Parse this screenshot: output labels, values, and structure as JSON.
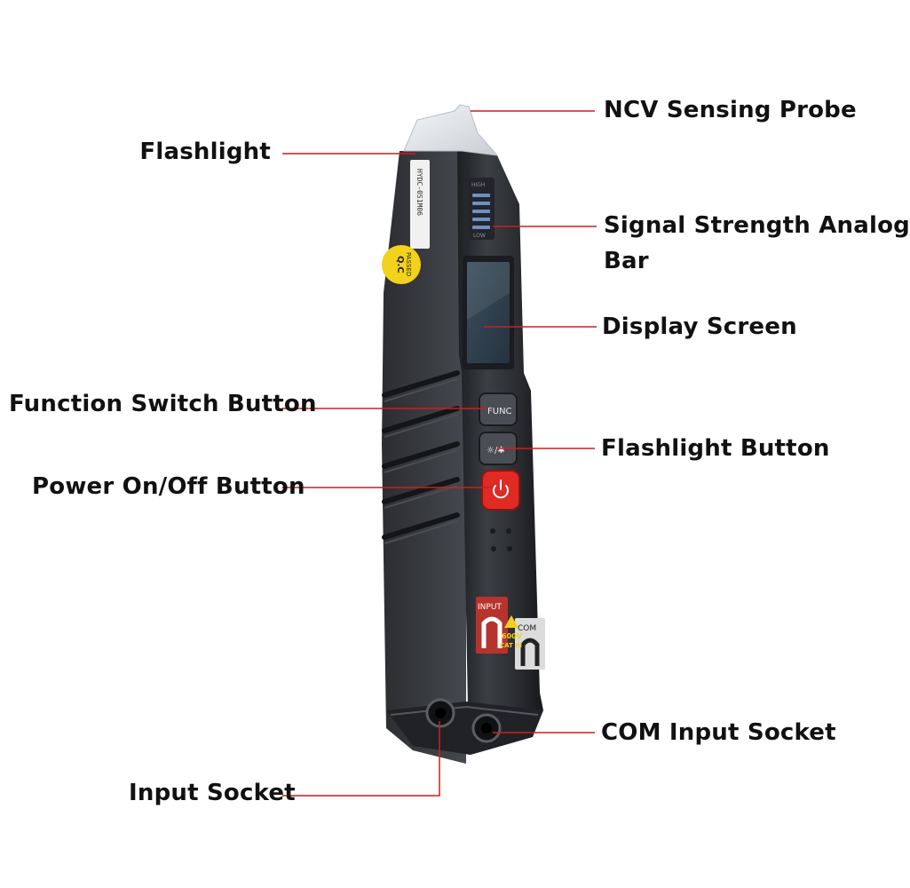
{
  "colors": {
    "leader_line": "#cc1f1f",
    "body_dark": "#2a2c30",
    "body_mid": "#3a3d42",
    "translucent_tip": "#dfe3e8",
    "power_button": "#e02a24",
    "label_text": "#111111"
  },
  "labels": {
    "ncv_probe": "NCV Sensing Probe",
    "flashlight": "Flashlight",
    "signal_bar_line1": "Signal Strength Analog",
    "signal_bar_line2": "Bar",
    "display_screen": "Display Screen",
    "function_switch_button": "Function Switch Button",
    "flashlight_button": "Flashlight Button",
    "power_button": "Power On/Off Button",
    "com_socket": "COM Input Socket",
    "input_socket": "Input Socket"
  },
  "device_markings": {
    "func_key": "FUNC",
    "light_key": "☼/✱",
    "input_terminal": "INPUT",
    "com_terminal": "COM",
    "rating_line1": "600V",
    "rating_line2": "CAT III",
    "qc_sticker_line1": "Q.C",
    "qc_sticker_line2": "PASSED",
    "barcode_text": "HYDC-0S1M06",
    "bar_top": "HIGH",
    "bar_bottom": "LOW"
  }
}
